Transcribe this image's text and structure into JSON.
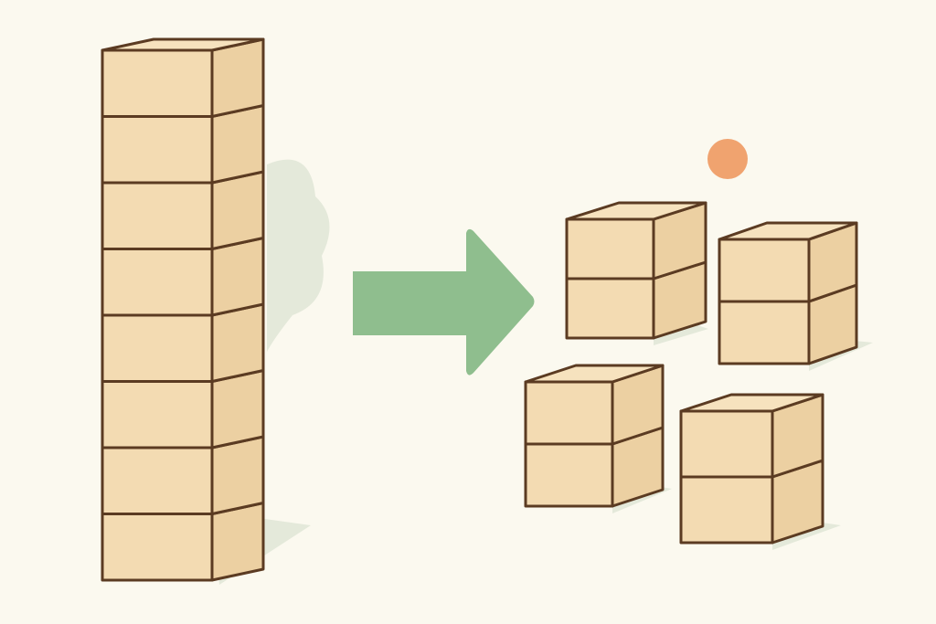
{
  "illustration": {
    "left_group": "tall-stack-of-eight-blocks",
    "right_group": "four-stacks-of-two-blocks",
    "connector": "right-arrow"
  },
  "colors": {
    "background": "#fbf9ef",
    "block_front": "#f3dbb2",
    "block_side": "#ecd0a2",
    "block_top": "#f6e2be",
    "outline": "#5b3b22",
    "arrow": "#8fbe8e",
    "dot": "#f0a36f",
    "shadow": "#e4e9da"
  }
}
